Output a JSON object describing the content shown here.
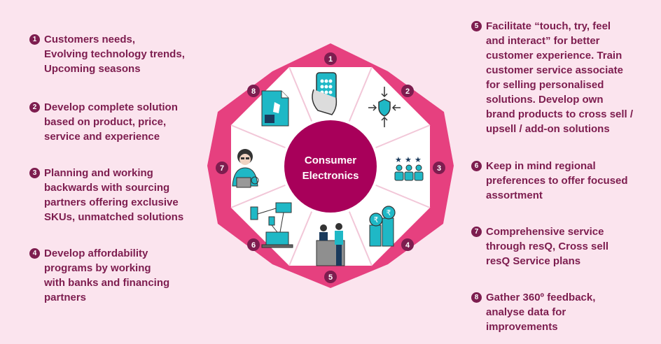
{
  "center": {
    "line1": "Consumer",
    "line2": "Electronics"
  },
  "left_items": [
    {
      "num": "1",
      "text": "Customers needs,\nEvolving technology trends,\nUpcoming seasons"
    },
    {
      "num": "2",
      "text": "Develop complete solution\nbased on product, price,\nservice and experience"
    },
    {
      "num": "3",
      "text": "Planning and working\nbackwards with sourcing\npartners offering exclusive\nSKUs, unmatched solutions"
    },
    {
      "num": "4",
      "text": "Develop affordability\nprograms by working\nwith banks and financing\npartners"
    }
  ],
  "right_items": [
    {
      "num": "5",
      "text": "Facilitate “touch, try, feel\nand interact” for better\ncustomer experience. Train\ncustomer service associate\nfor selling personalised\nsolutions. Develop own\nbrand products to cross sell /\nupsell / add-on solutions"
    },
    {
      "num": "6",
      "text": "Keep in mind regional\npreferences to offer focused\nassortment"
    },
    {
      "num": "7",
      "text": "Comprehensive service\nthrough resQ, Cross sell\nresQ Service plans"
    },
    {
      "num": "8",
      "text": "Gather 360º feedback,\nanalyse data for\nimprovements"
    }
  ],
  "wheel_badges": [
    "1",
    "2",
    "3",
    "4",
    "5",
    "6",
    "7",
    "8"
  ],
  "colors": {
    "accent": "#7d1d4f",
    "magenta": "#a8005a",
    "pink": "#e6407f",
    "teal": "#1fb8c6",
    "background": "#fbe4ee"
  }
}
